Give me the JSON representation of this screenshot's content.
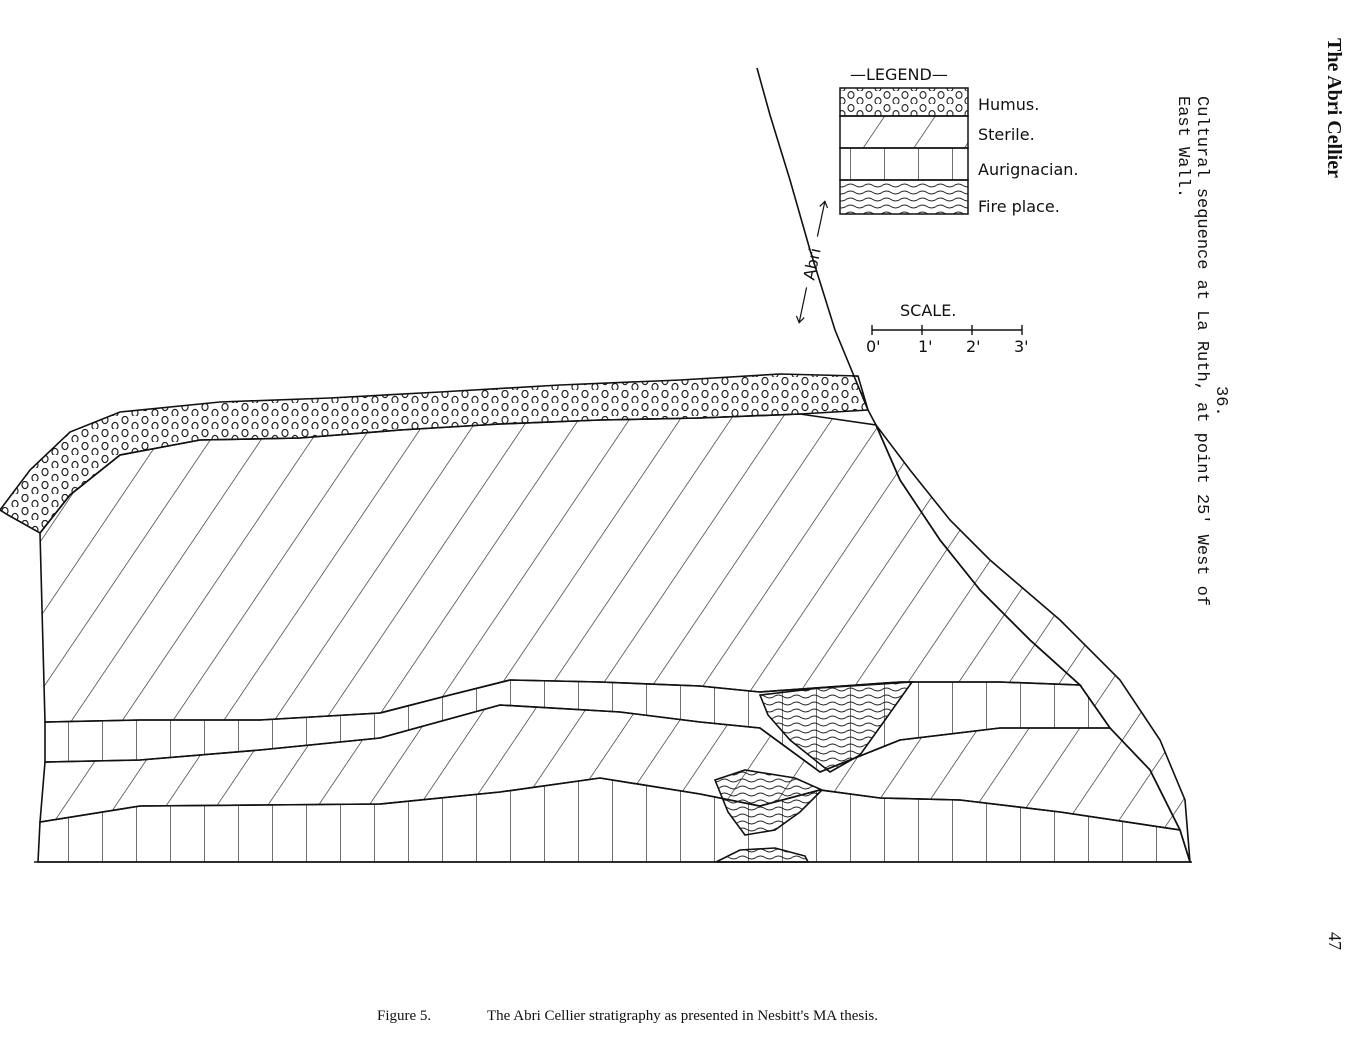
{
  "page": {
    "running_title": "The Abri Cellier",
    "page_number": "47"
  },
  "drawing": {
    "figure_number": "36.",
    "note_lines": [
      "Cultural sequence at La Ruth, at point 25' West of",
      "East Wall."
    ],
    "legend": {
      "title": "—LEGEND—",
      "items": [
        {
          "label": "Humus.",
          "pattern": "circles"
        },
        {
          "label": "Sterile.",
          "pattern": "diagonal"
        },
        {
          "label": "Aurignacian.",
          "pattern": "vertical"
        },
        {
          "label": "Fire place.",
          "pattern": "waves"
        }
      ]
    },
    "abri_label": "Abri",
    "scale": {
      "title": "SCALE.",
      "ticks": [
        "0'",
        "1'",
        "2'",
        "3'"
      ]
    }
  },
  "caption": {
    "label": "Figure 5.",
    "text": "The Abri Cellier stratigraphy as presented in Nesbitt's MA thesis."
  }
}
